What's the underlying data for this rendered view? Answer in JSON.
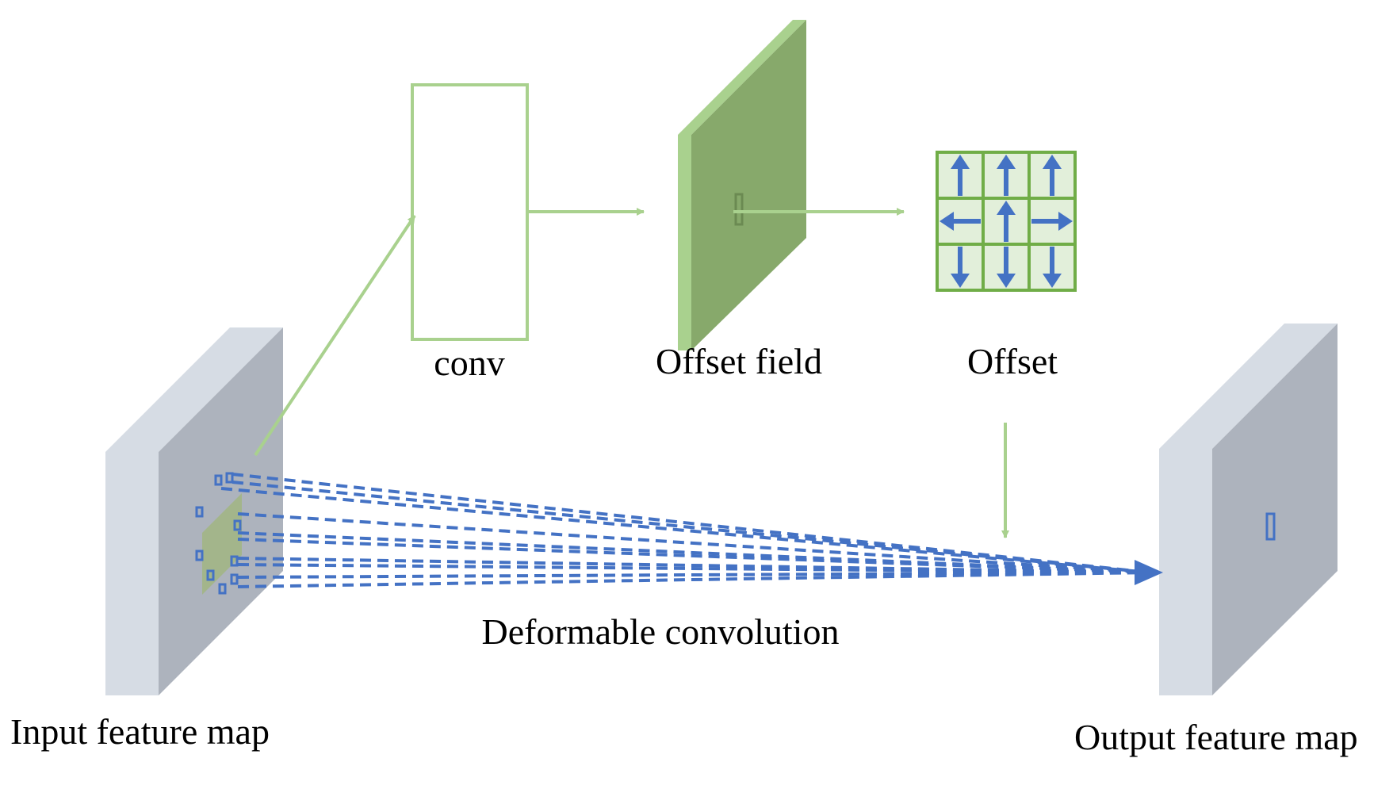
{
  "labels": {
    "conv": "conv",
    "offset_field": "Offset field",
    "offset": "Offset",
    "deformable_convolution": "Deformable convolution",
    "input_feature_map": "Input feature map",
    "output_feature_map": "Output feature map"
  },
  "colors": {
    "green_light": "#a9d18e",
    "green_dark": "#87a96b",
    "green_grid": "#70ad47",
    "green_cell": "#e2efda",
    "blue": "#4472c4",
    "map_face": "#adb3bd",
    "map_side": "#d6dce4",
    "map_top": "#d6dce4"
  },
  "offset_grid": {
    "arrows": [
      [
        "up-arrow",
        "up-arrow",
        "up-arrow"
      ],
      [
        "left-arrow",
        "up-arrow",
        "right-arrow"
      ],
      [
        "down-arrow",
        "down-arrow",
        "down-arrow"
      ]
    ]
  }
}
